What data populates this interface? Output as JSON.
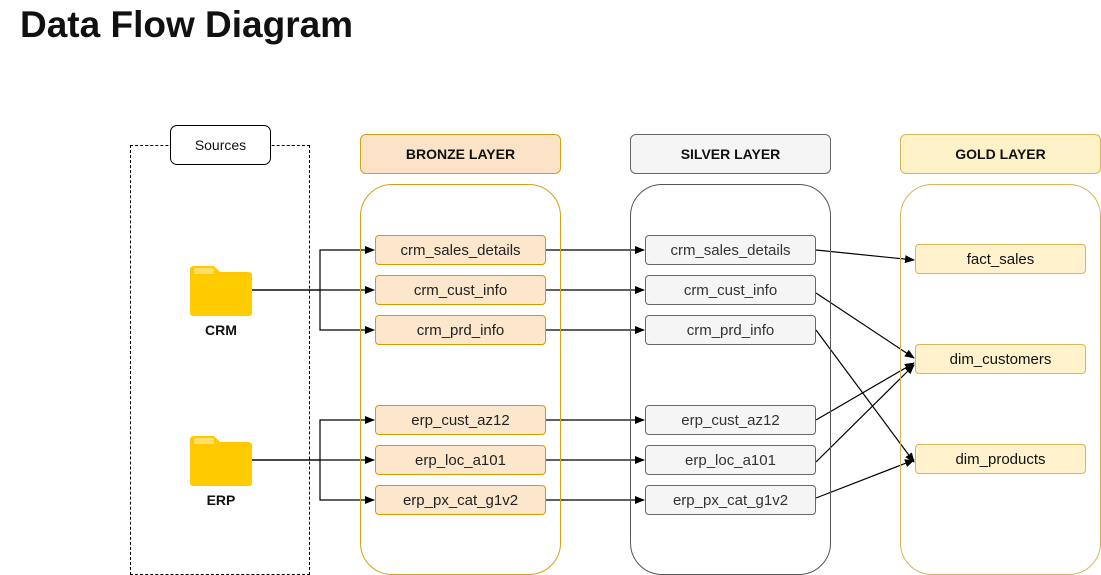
{
  "title": "Data Flow Diagram",
  "sources": {
    "label": "Sources",
    "systems": [
      {
        "label": "CRM",
        "icon": "folder-icon"
      },
      {
        "label": "ERP",
        "icon": "folder-icon"
      }
    ]
  },
  "layers": {
    "bronze": {
      "title": "BRONZE LAYER",
      "color": "#fce3c7"
    },
    "silver": {
      "title": "SILVER LAYER",
      "color": "#f5f5f5"
    },
    "gold": {
      "title": "GOLD LAYER",
      "color": "#fdf1c7"
    }
  },
  "bronze_tables": [
    "crm_sales_details",
    "crm_cust_info",
    "crm_prd_info",
    "erp_cust_az12",
    "erp_loc_a101",
    "erp_px_cat_g1v2"
  ],
  "silver_tables": [
    "crm_sales_details",
    "crm_cust_info",
    "crm_prd_info",
    "erp_cust_az12",
    "erp_loc_a101",
    "erp_px_cat_g1v2"
  ],
  "gold_tables": [
    "fact_sales",
    "dim_customers",
    "dim_products"
  ],
  "colors": {
    "folder": "#ffc800",
    "folder_dark": "#e6a700",
    "bronze_border": "#d79b00",
    "gold_border": "#d6b656"
  }
}
